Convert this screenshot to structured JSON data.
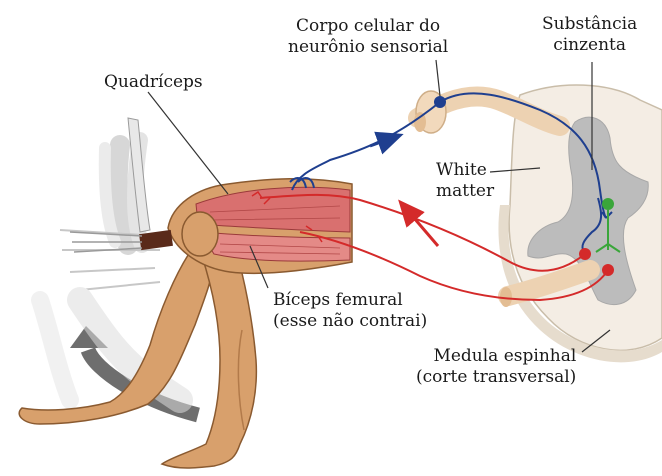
{
  "labels": {
    "sensory_cell_body": [
      "Corpo celular do",
      "neurônio sensorial"
    ],
    "gray_matter": [
      "Substância",
      "cinzenta"
    ],
    "quadriceps": "Quadríceps",
    "white_matter": [
      "White",
      "matter"
    ],
    "biceps": [
      "Bíceps femural",
      "(esse não contrai)"
    ],
    "spinal_cord": [
      "Medula espinhal",
      "(corte transversal)"
    ]
  },
  "colors": {
    "sensory_neuron": "#1f3f8f",
    "motor_neuron": "#d42a2a",
    "interneuron": "#3aa63a",
    "white_matter": "#f4ede4",
    "gray_matter": "#bcbcbc",
    "skin": "#d8a06c",
    "muscle": "#d9706f",
    "arrow_gray": "#6e6e6e"
  }
}
